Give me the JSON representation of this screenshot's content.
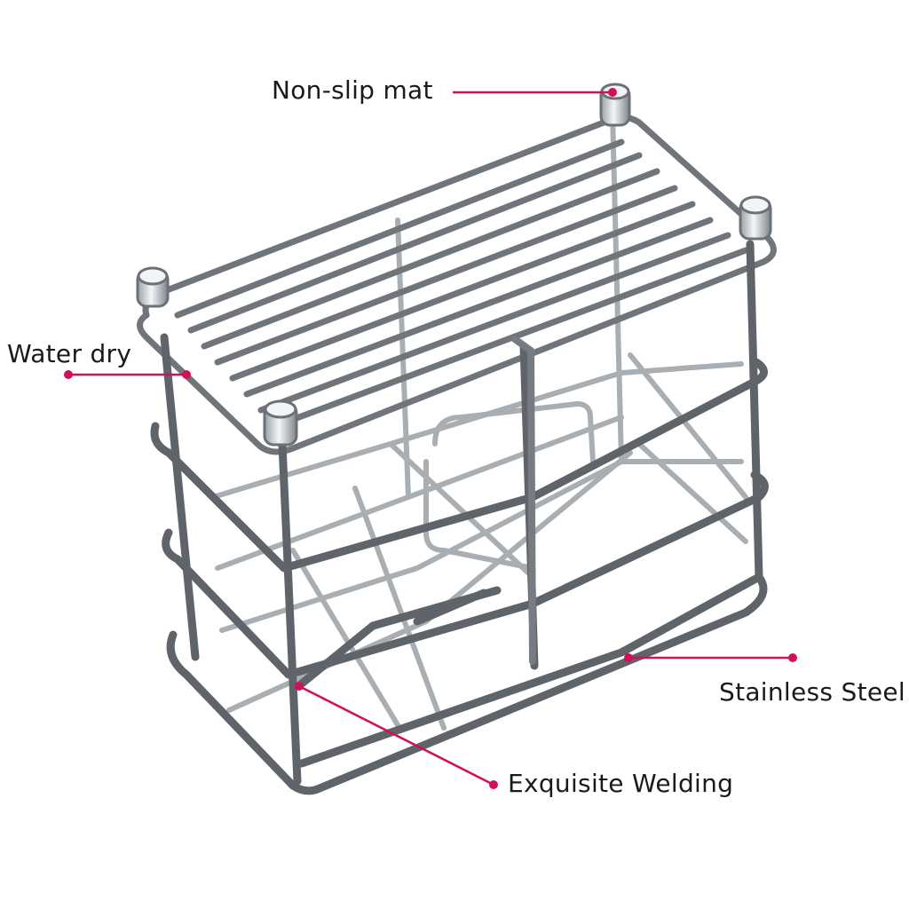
{
  "accent_color": "#d0105a",
  "metal_color": "#8a8f95",
  "callouts": {
    "non_slip_mat": "Non-slip mat",
    "water_dry": "Water dry",
    "stainless_steel": "Stainless Steel",
    "exquisite_welding": "Exquisite Welding"
  }
}
